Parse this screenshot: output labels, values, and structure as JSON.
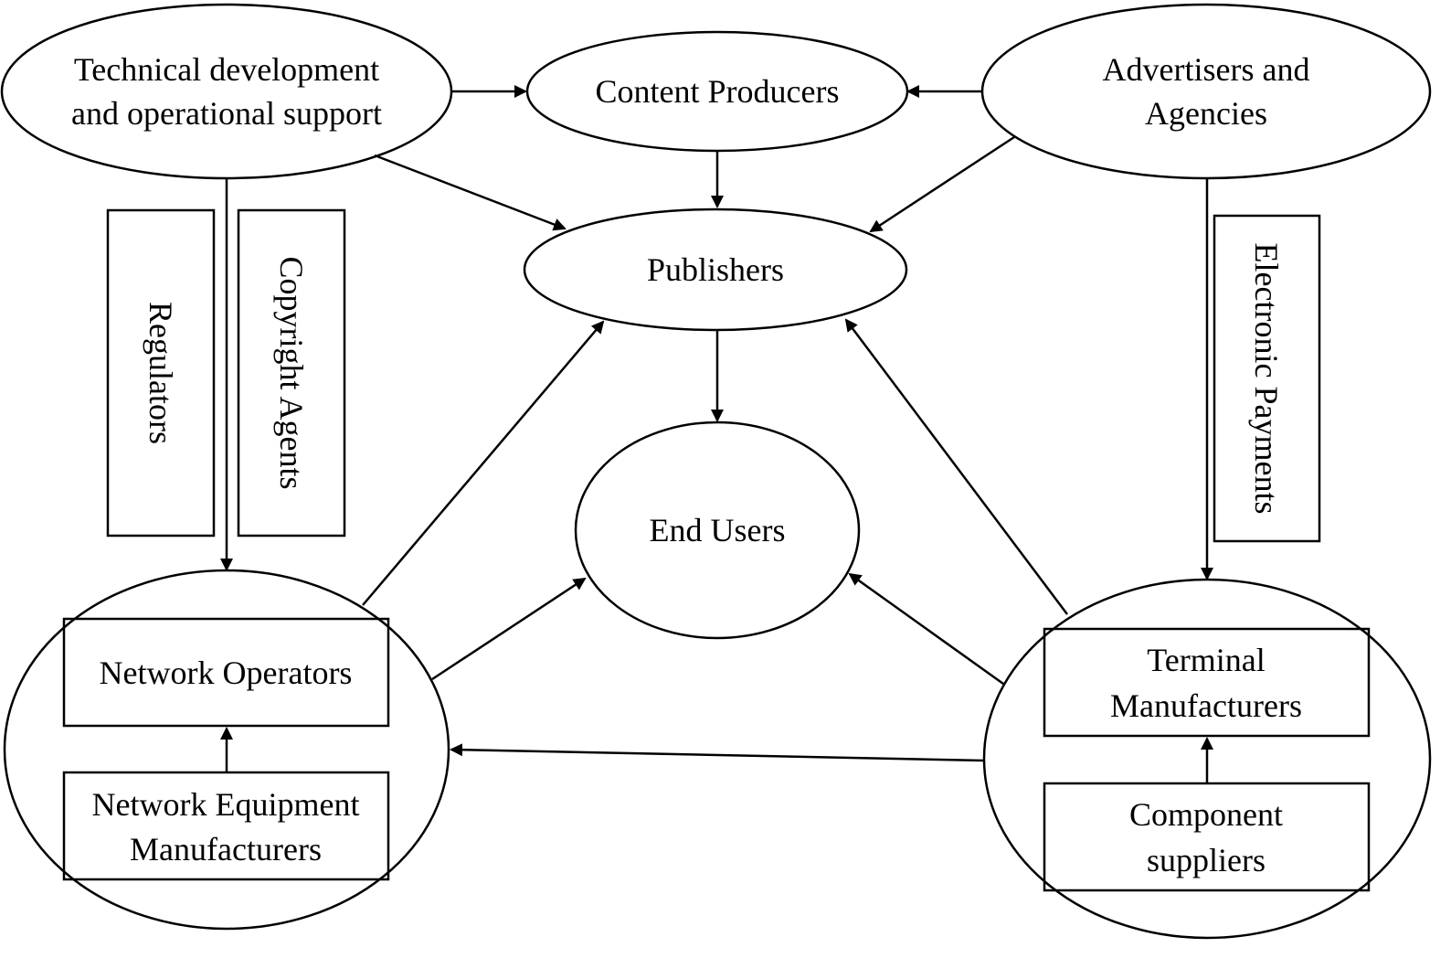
{
  "diagram": {
    "nodes": {
      "tech_support": {
        "line1": "Technical development",
        "line2": "and operational support"
      },
      "content_producers": {
        "label": "Content Producers"
      },
      "advertisers": {
        "line1": "Advertisers and",
        "line2": "Agencies"
      },
      "publishers": {
        "label": "Publishers"
      },
      "end_users": {
        "label": "End Users"
      },
      "regulators": {
        "label": "Regulators"
      },
      "copyright_agents": {
        "label": "Copyright Agents"
      },
      "electronic_payments": {
        "label": "Electronic Payments"
      },
      "network_operators": {
        "label": "Network Operators"
      },
      "network_equipment": {
        "line1": "Network Equipment",
        "line2": "Manufacturers"
      },
      "terminal_manufacturers": {
        "line1": "Terminal",
        "line2": "Manufacturers"
      },
      "component_suppliers": {
        "line1": "Component",
        "line2": "suppliers"
      }
    },
    "edges": [
      {
        "from": "tech_support",
        "to": "content_producers"
      },
      {
        "from": "advertisers",
        "to": "content_producers"
      },
      {
        "from": "content_producers",
        "to": "publishers"
      },
      {
        "from": "tech_support",
        "to": "publishers"
      },
      {
        "from": "advertisers",
        "to": "publishers"
      },
      {
        "from": "publishers",
        "to": "end_users"
      },
      {
        "from": "tech_support",
        "to": "network_operators_group"
      },
      {
        "from": "advertisers",
        "to": "terminal_group"
      },
      {
        "from": "network_operators_group",
        "to": "publishers"
      },
      {
        "from": "network_operators_group",
        "to": "end_users"
      },
      {
        "from": "terminal_group",
        "to": "publishers"
      },
      {
        "from": "terminal_group",
        "to": "end_users"
      },
      {
        "from": "terminal_group",
        "to": "network_operators_group"
      },
      {
        "from": "network_equipment",
        "to": "network_operators"
      },
      {
        "from": "component_suppliers",
        "to": "terminal_manufacturers"
      }
    ]
  }
}
